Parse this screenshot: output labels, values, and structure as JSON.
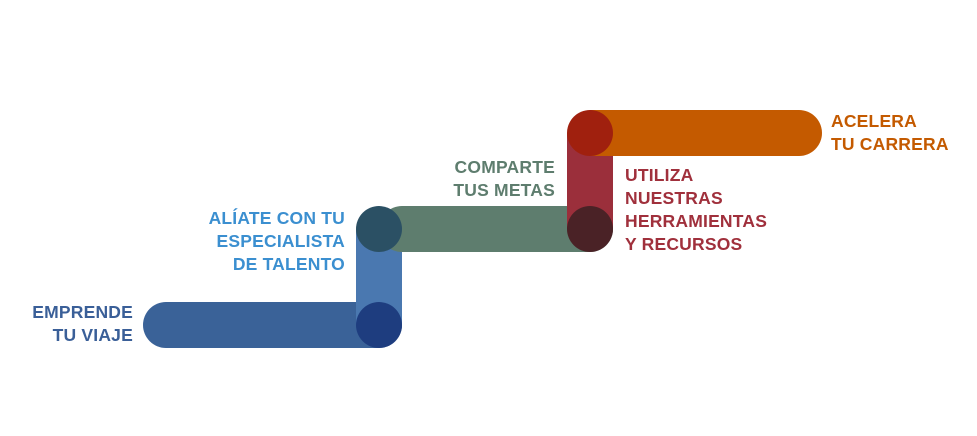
{
  "steps": [
    {
      "lines": [
        "EMPRENDE",
        "TU VIAJE"
      ],
      "color": "#3a5f98"
    },
    {
      "lines": [
        "ALÍATE CON TU",
        "ESPECIALISTA",
        "DE TALENTO"
      ],
      "color": "#3b8fd0"
    },
    {
      "lines": [
        "COMPARTE",
        "TUS METAS"
      ],
      "color": "#5e7d6e"
    },
    {
      "lines": [
        "UTILIZA",
        "NUESTRAS",
        "HERRAMIENTAS",
        "Y RECURSOS"
      ],
      "color": "#a0303c"
    },
    {
      "lines": [
        "ACELERA",
        "TU CARRERA"
      ],
      "color": "#c45a00"
    }
  ],
  "colors": {
    "blue_bar": "#3a6298",
    "blue_vertical": "#4a78b0",
    "blue_joint": "#1e3d7f",
    "green_bar": "#5e7d6e",
    "teal_joint": "#2b5064",
    "red_vertical": "#9b2f3b",
    "dark_joint": "#4a2226",
    "red_joint": "#a0200e",
    "orange_bar": "#c45a00"
  }
}
